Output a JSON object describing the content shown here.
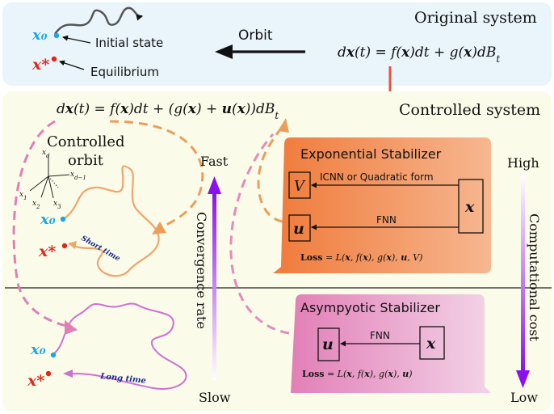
{
  "original_panel": {
    "title": "Original system",
    "equation": "dx(t) = f(x)dt + g(x)dB_t",
    "initial_state_label": "Initial state",
    "equilibrium_label": "Equilibrium",
    "x0": "x₀",
    "xstar": "x*",
    "orbit_label": "Orbit"
  },
  "controlled_panel": {
    "title": "Controlled system",
    "equation": "dx(t) = f(x)dt + (g(x) + u(x))dB_t",
    "orbit_label_line1": "Controlled",
    "orbit_label_line2": "orbit",
    "axis_labels": [
      "x_d",
      "x_{d-1}",
      "x_1",
      "x_2",
      "x_3"
    ],
    "x0_top": "x₀",
    "xstar_top": "x*",
    "x0_bottom": "x₀",
    "xstar_bottom": "x*",
    "short_time": "Short time",
    "long_time": "Long   time",
    "convergence_axis": {
      "top": "Fast",
      "bottom": "Slow",
      "label": "Convergence rate"
    },
    "cost_axis": {
      "top": "High",
      "bottom": "Low",
      "label": "Computational cost"
    }
  },
  "exponential_stabilizer": {
    "title": "Exponential Stabilizer",
    "v": "V",
    "u": "u",
    "x": "x",
    "top_arrow_label": "ICNN or Quadratic form",
    "bottom_arrow_label": "FNN",
    "loss": "Loss = L(x, f(x), g(x), u, V)"
  },
  "asymptotic_stabilizer": {
    "title": "Asympyotic Stabilizer",
    "u": "u",
    "x": "x",
    "arrow_label": "FNN",
    "loss": "Loss = L(x, f(x), g(x), u)"
  },
  "colors": {
    "top_panel_bg": "#e9f5fb",
    "bottom_panel_bg": "#fbfbe9",
    "exp_box": "#f29a6a",
    "asym_box": "#e7a3c6",
    "purple": "#8b10f0",
    "dashed_orange": "#eb9e5a",
    "dashed_pink": "#e07fb6",
    "orbit_orange": "#f0a56b",
    "orbit_purple": "#cf6fd4",
    "red": "#e0261b",
    "blue": "#1aa6e6"
  }
}
